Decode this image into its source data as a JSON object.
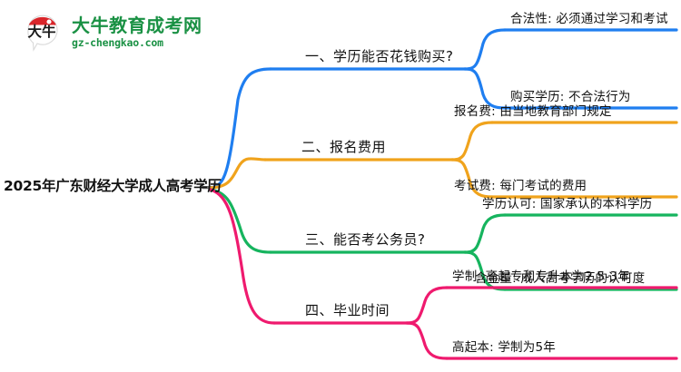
{
  "logo": {
    "mark_text": "大牛",
    "name_cn": "大牛教育成考网",
    "name_en": "gz-chengkao.com",
    "brand_green": "#1a9144",
    "brand_red": "#d9252a"
  },
  "mindmap": {
    "root": {
      "label": "2025年广东财经大学成人高考学历",
      "color": "#6b6b6b"
    },
    "branches": [
      {
        "index": "1",
        "label": "一、学历能否花钱购买?",
        "color": "#1f7ef0",
        "children": [
          {
            "label": "合法性: 必须通过学习和考试"
          },
          {
            "label": "购买学历: 不合法行为"
          }
        ]
      },
      {
        "index": "2",
        "label": "二、报名费用",
        "color": "#f0a31c",
        "children": [
          {
            "label": "报名费: 由当地教育部门规定"
          },
          {
            "label": "考试费: 每门考试的费用"
          }
        ]
      },
      {
        "index": "3",
        "label": "三、能否考公务员?",
        "color": "#16b45e",
        "children": [
          {
            "label": "学历认可: 国家承认的本科学历"
          },
          {
            "label": "含金量: 成人高考学历的认可度"
          }
        ]
      },
      {
        "index": "4",
        "label": "四、毕业时间",
        "color": "#ef1a6e",
        "children": [
          {
            "label": "学制: 高起专和专升本为2.5-3年"
          },
          {
            "label": "高起本: 学制为5年"
          }
        ]
      }
    ]
  }
}
